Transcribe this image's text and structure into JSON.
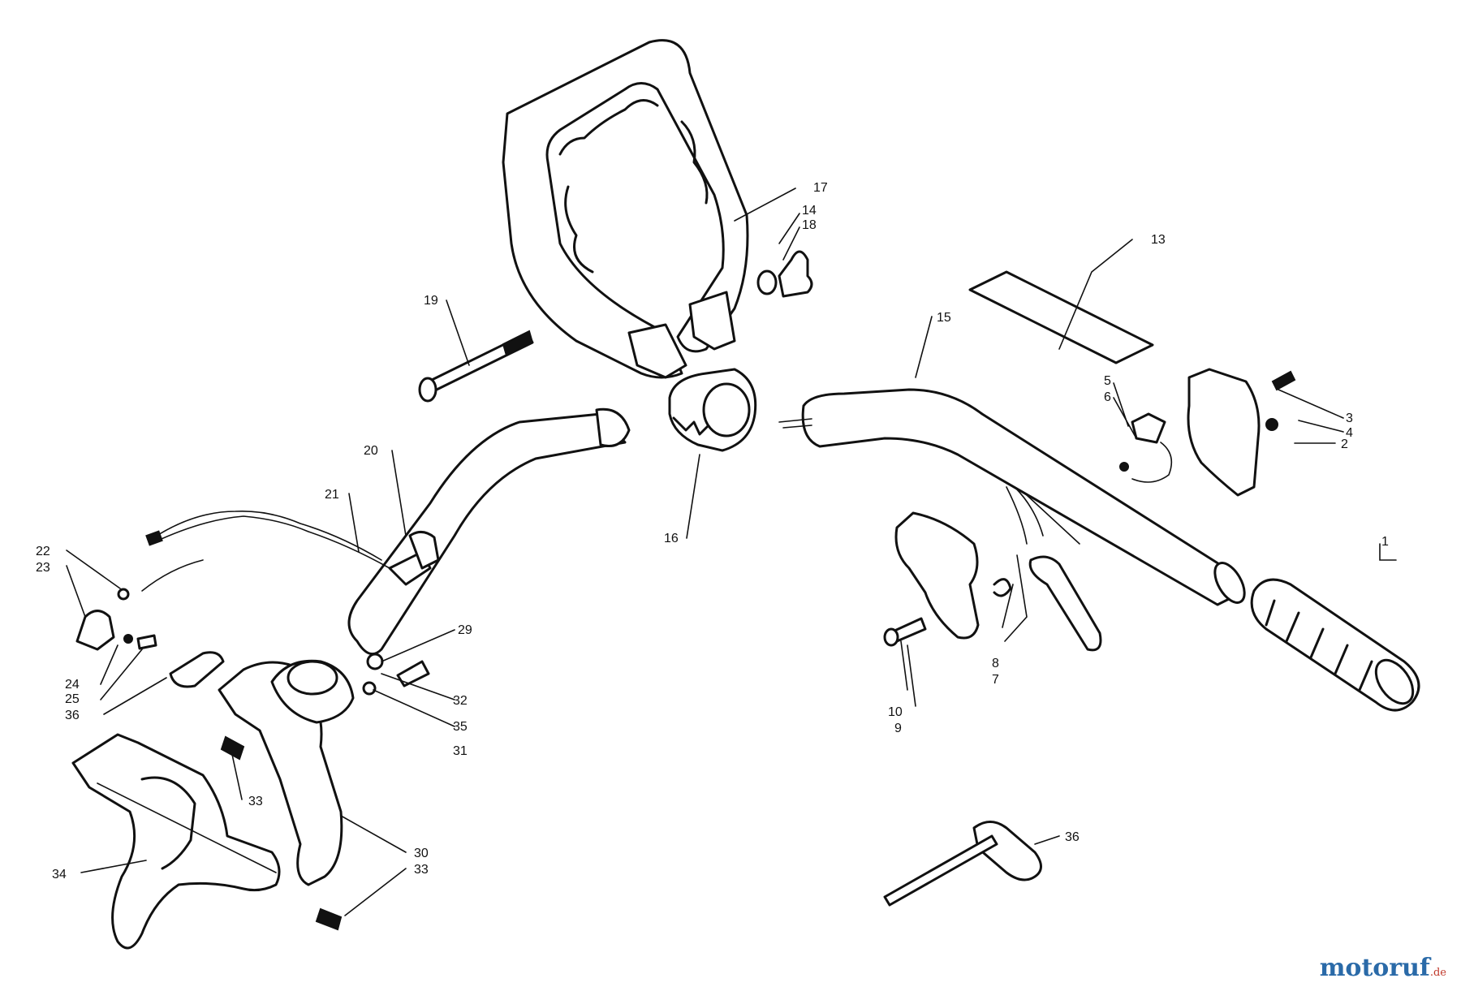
{
  "callouts": [
    {
      "id": "c1",
      "label": "1"
    },
    {
      "id": "c2",
      "label": "2"
    },
    {
      "id": "c3",
      "label": "3"
    },
    {
      "id": "c4",
      "label": "4"
    },
    {
      "id": "c5",
      "label": "5"
    },
    {
      "id": "c6",
      "label": "6"
    },
    {
      "id": "c7",
      "label": "7"
    },
    {
      "id": "c8",
      "label": "8"
    },
    {
      "id": "c9",
      "label": "9"
    },
    {
      "id": "c10",
      "label": "10"
    },
    {
      "id": "c13",
      "label": "13"
    },
    {
      "id": "c14",
      "label": "14"
    },
    {
      "id": "c15",
      "label": "15"
    },
    {
      "id": "c16",
      "label": "16"
    },
    {
      "id": "c17",
      "label": "17"
    },
    {
      "id": "c18",
      "label": "18"
    },
    {
      "id": "c19",
      "label": "19"
    },
    {
      "id": "c20",
      "label": "20"
    },
    {
      "id": "c21",
      "label": "21"
    },
    {
      "id": "c22",
      "label": "22"
    },
    {
      "id": "c23",
      "label": "23"
    },
    {
      "id": "c24",
      "label": "24"
    },
    {
      "id": "c25",
      "label": "25"
    },
    {
      "id": "c36a",
      "label": "36"
    },
    {
      "id": "c29",
      "label": "29"
    },
    {
      "id": "c32",
      "label": "32"
    },
    {
      "id": "c35",
      "label": "35"
    },
    {
      "id": "c31",
      "label": "31"
    },
    {
      "id": "c33a",
      "label": "33"
    },
    {
      "id": "c30",
      "label": "30"
    },
    {
      "id": "c33b",
      "label": "33"
    },
    {
      "id": "c34",
      "label": "34"
    },
    {
      "id": "c36b",
      "label": "36"
    }
  ],
  "watermark": {
    "brand": "motoruf",
    "tld": ".de",
    "color": "#2a6aa8",
    "tld_color": "#c0392b"
  }
}
